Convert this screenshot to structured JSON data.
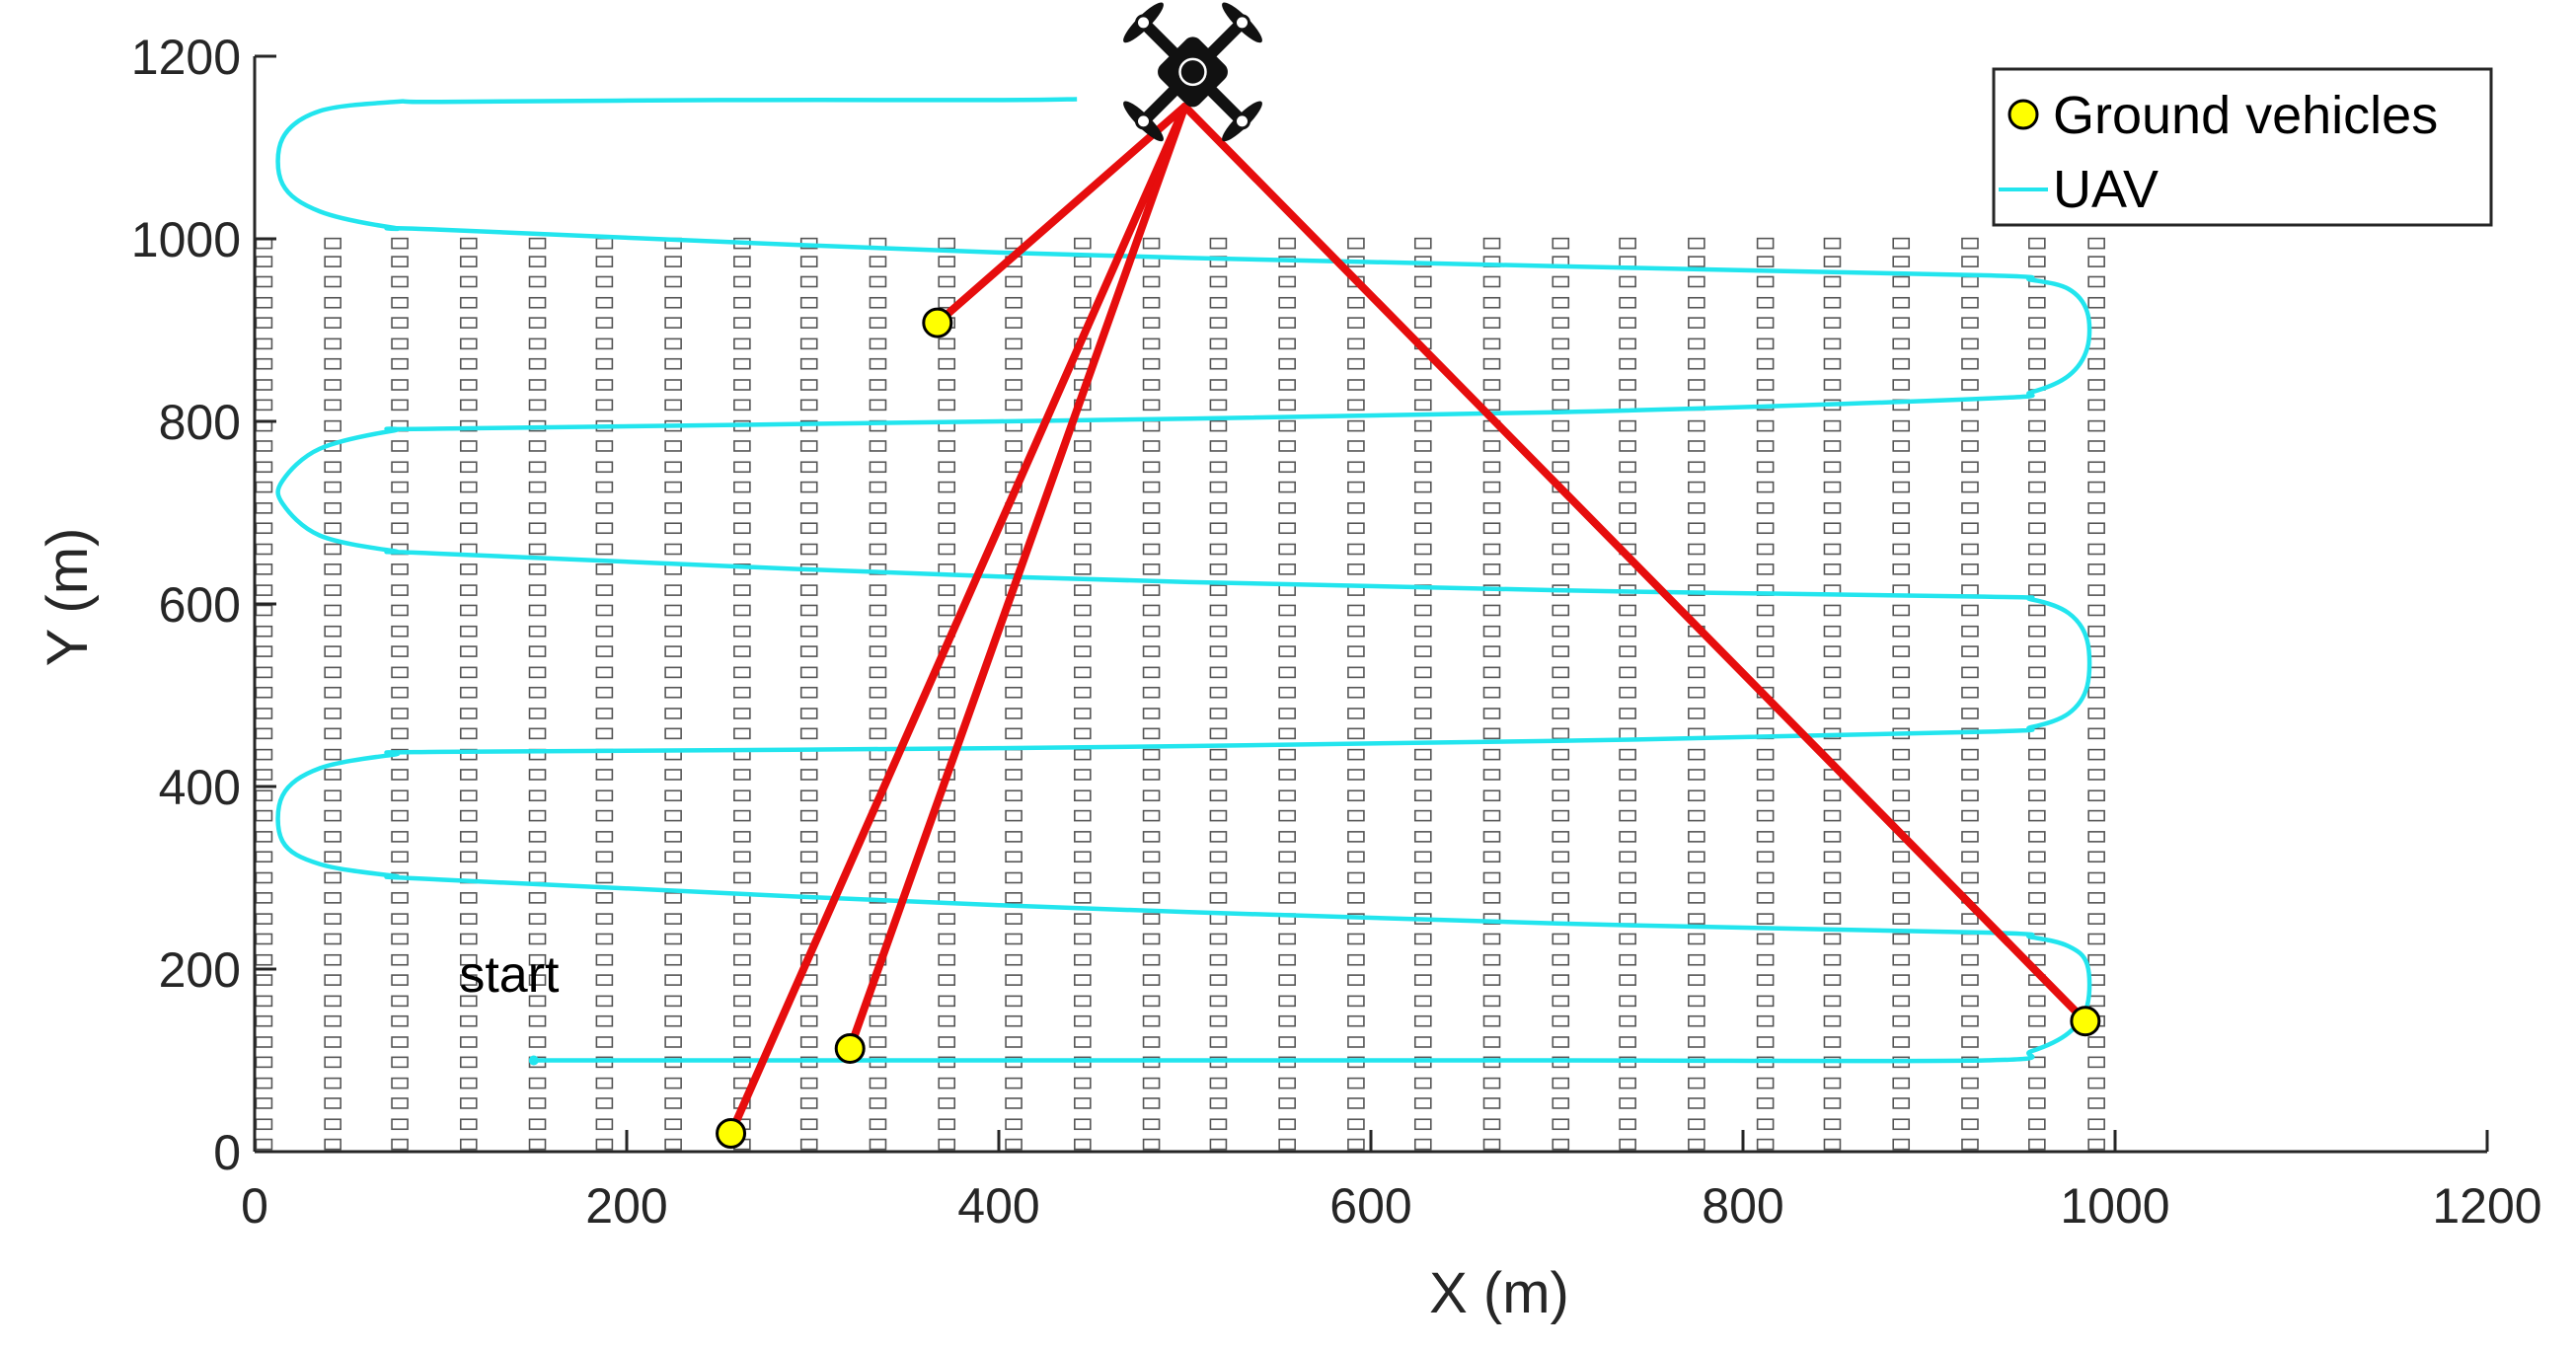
{
  "colors": {
    "uav": "#22e5ee",
    "link": "#e60d0d",
    "vehicle_fill": "#ffff00",
    "vehicle_edge": "#000000",
    "parking": "#555555",
    "axis": "#262626"
  },
  "icons": {
    "drone": "quadcopter-drone-icon"
  },
  "chart_data": {
    "type": "line",
    "title": "",
    "xlabel": "X (m)",
    "ylabel": "Y (m)",
    "xlim": [
      0,
      1200
    ],
    "ylim": [
      0,
      1200
    ],
    "xticks": [
      "0",
      "200",
      "400",
      "600",
      "800",
      "1000",
      "1200"
    ],
    "yticks": [
      "0",
      "200",
      "400",
      "600",
      "800",
      "1000",
      "1200"
    ],
    "grid": false,
    "legend": {
      "position": "top-right",
      "entries": [
        "Ground vehicles",
        "UAV"
      ]
    },
    "annotations": [
      {
        "text": "start",
        "x": 110,
        "y": 175
      }
    ],
    "series": [
      {
        "name": "UAV",
        "type": "line",
        "x": [
          150,
          400,
          700,
          930,
          955,
          975,
          985,
          985,
          975,
          955,
          930,
          700,
          400,
          100,
          75,
          35,
          15,
          15,
          35,
          75,
          100,
          400,
          700,
          930,
          955,
          975,
          985,
          985,
          975,
          955,
          930,
          700,
          400,
          100,
          75,
          35,
          15,
          15,
          35,
          75,
          100,
          400,
          700,
          930,
          955,
          975,
          985,
          985,
          975,
          955,
          930,
          700,
          400,
          100,
          75,
          35,
          15,
          15,
          35,
          75,
          100,
          250,
          400,
          442
        ],
        "y": [
          100,
          100,
          100,
          100,
          110,
          130,
          160,
          205,
          225,
          235,
          240,
          250,
          270,
          298,
          302,
          315,
          340,
          390,
          420,
          435,
          438,
          442,
          450,
          460,
          465,
          480,
          510,
          560,
          590,
          605,
          608,
          615,
          630,
          655,
          658,
          675,
          710,
          735,
          770,
          790,
          792,
          800,
          810,
          825,
          832,
          850,
          880,
          920,
          945,
          955,
          960,
          970,
          985,
          1010,
          1012,
          1030,
          1060,
          1110,
          1140,
          1150,
          1150,
          1152,
          1152,
          1153
        ]
      },
      {
        "name": "Ground vehicles",
        "type": "scatter",
        "x": [
          256,
          320,
          367,
          984
        ],
        "y": [
          20,
          113,
          908,
          143
        ]
      }
    ],
    "links": {
      "uav_position": {
        "x": 500,
        "y": 1145
      },
      "targets": [
        {
          "x": 256,
          "y": 20
        },
        {
          "x": 320,
          "y": 113
        },
        {
          "x": 367,
          "y": 908
        },
        {
          "x": 984,
          "y": 143
        }
      ]
    },
    "parking_grid": {
      "x_columns": [
        5,
        42,
        78,
        115,
        152,
        188,
        225,
        262,
        298,
        335,
        372,
        408,
        445,
        482,
        518,
        555,
        592,
        628,
        665,
        702,
        738,
        775,
        812,
        848,
        885,
        922,
        958,
        990
      ],
      "y_rows": [
        8,
        30,
        53,
        75,
        98,
        120,
        143,
        165,
        188,
        210,
        233,
        255,
        278,
        300,
        323,
        345,
        368,
        390,
        413,
        435,
        458,
        480,
        503,
        525,
        548,
        570,
        593,
        615,
        638,
        660,
        683,
        705,
        728,
        750,
        773,
        795,
        818,
        840,
        863,
        885,
        908,
        930,
        953,
        975,
        995
      ]
    }
  }
}
